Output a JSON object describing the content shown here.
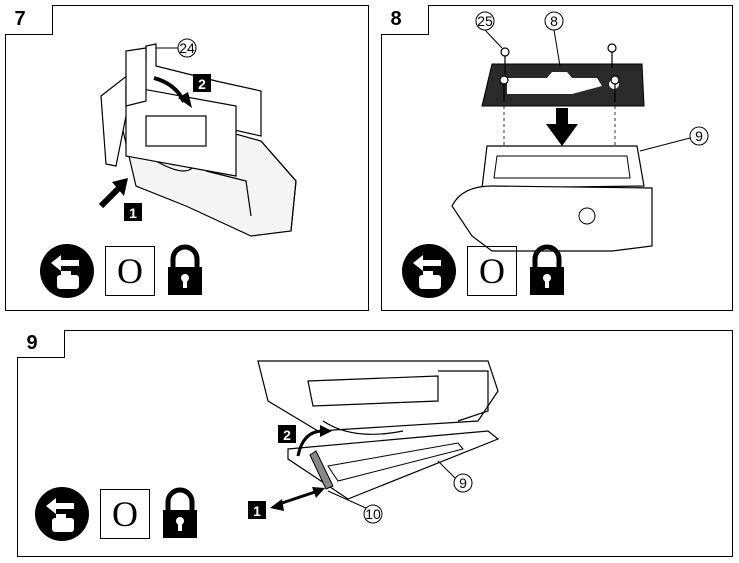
{
  "steps": [
    {
      "number": "7",
      "callouts": {
        "part": "24",
        "step1": "1",
        "step2": "2"
      }
    },
    {
      "number": "8",
      "callouts": {
        "screw": "25",
        "plate": "8",
        "shoe": "9"
      }
    },
    {
      "number": "9",
      "callouts": {
        "shoe": "9",
        "blade": "10",
        "step1": "1",
        "step2": "2"
      }
    }
  ],
  "icons": {
    "battery_remove": "battery-remove-icon",
    "switch_off": "O",
    "lock": "lock-icon"
  }
}
